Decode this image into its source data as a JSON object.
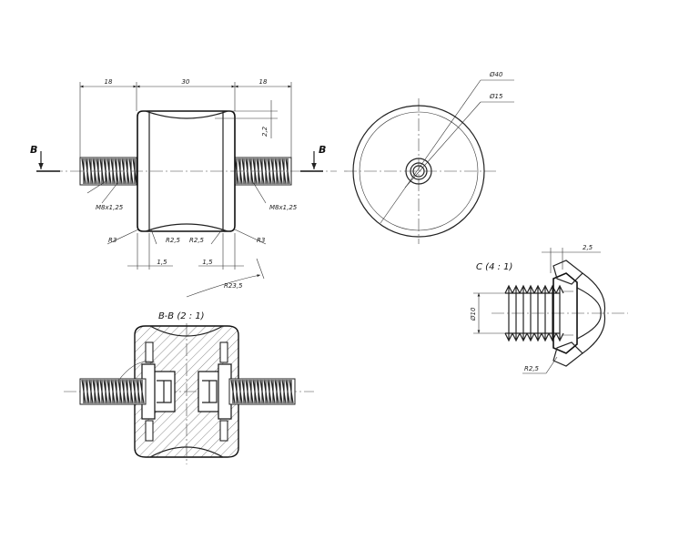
{
  "dimensions": {
    "left_len": "18",
    "mid_len": "30",
    "right_len": "18",
    "depth": "2,2",
    "thread_left": "M8x1,25",
    "thread_right": "M8x1,25",
    "r3_left": "R3",
    "r25_left": "R2,5",
    "r25_right": "R2,5",
    "r3_right": "R3",
    "w15_left": "1,5",
    "w15_right": "1,5",
    "r235": "R23,5",
    "dia40": "Ø40",
    "dia15": "Ø15",
    "detail_w": "2,5",
    "detail_dia": "Ø10",
    "detail_r": "R2,5"
  },
  "labels": {
    "section_left": "B",
    "section_right": "B",
    "section_title": "B-B (2 : 1)",
    "detail_title": "C (4 : 1)"
  }
}
